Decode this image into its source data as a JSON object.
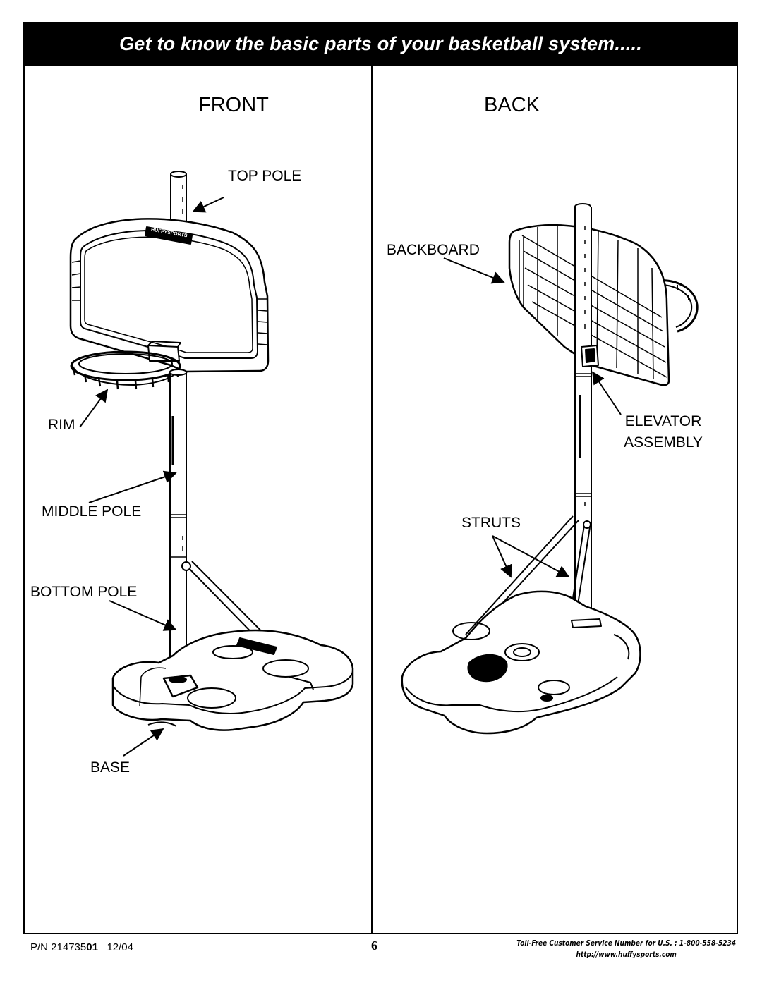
{
  "header": {
    "title": "Get to know the basic parts of your basketball system....."
  },
  "front": {
    "heading": "FRONT",
    "labels": {
      "top_pole": "TOP POLE",
      "rim": "RIM",
      "middle_pole": "MIDDLE POLE",
      "bottom_pole": "BOTTOM POLE",
      "base": "BASE"
    },
    "backboard_brand": "HUFFYSPORTS"
  },
  "back": {
    "heading": "BACK",
    "labels": {
      "backboard": "BACKBOARD",
      "elevator_line1": "ELEVATOR",
      "elevator_line2": "ASSEMBLY",
      "struts": "STRUTS"
    }
  },
  "footer": {
    "pn_prefix": "P/N 214735",
    "pn_suffix": "01",
    "date": "12/04",
    "page_number": "6",
    "service_line": "Toll-Free Customer Service Number for U.S. : 1-800-558-5234",
    "url": "http://www.huffysports.com"
  }
}
